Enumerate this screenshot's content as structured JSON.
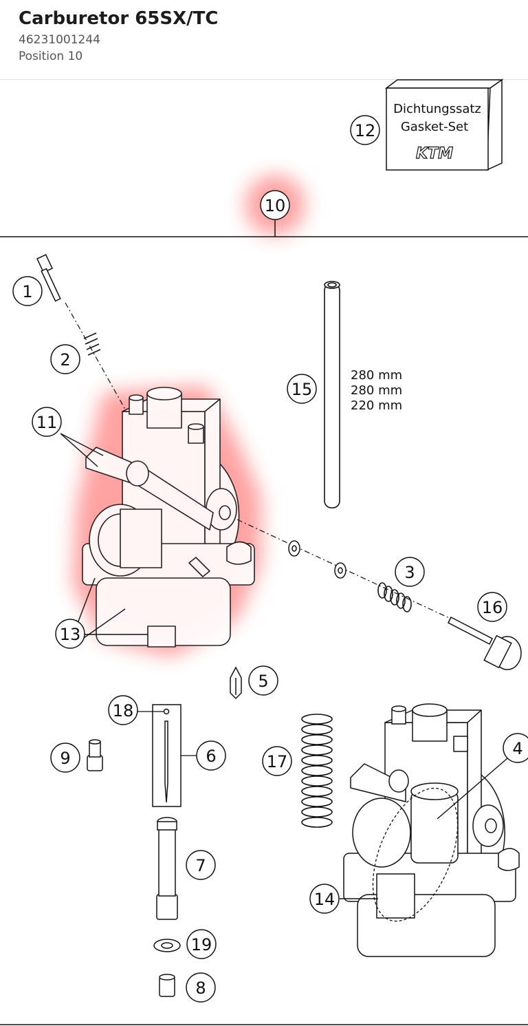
{
  "header": {
    "title": "Carburetor 65SX/TC",
    "part_number": "46231001244",
    "position": "Position 10"
  },
  "gasket_box": {
    "line1": "Dichtungssatz",
    "line2": "Gasket-Set",
    "logo": "KTM"
  },
  "tube_lengths": [
    "280 mm",
    "280 mm",
    "220 mm"
  ],
  "callouts": [
    "1",
    "2",
    "3",
    "4",
    "5",
    "6",
    "7",
    "8",
    "9",
    "10",
    "11",
    "12",
    "13",
    "14",
    "15",
    "16",
    "17",
    "18",
    "19"
  ],
  "highlight": {
    "selected_position": "10",
    "color": "#ff3030"
  }
}
